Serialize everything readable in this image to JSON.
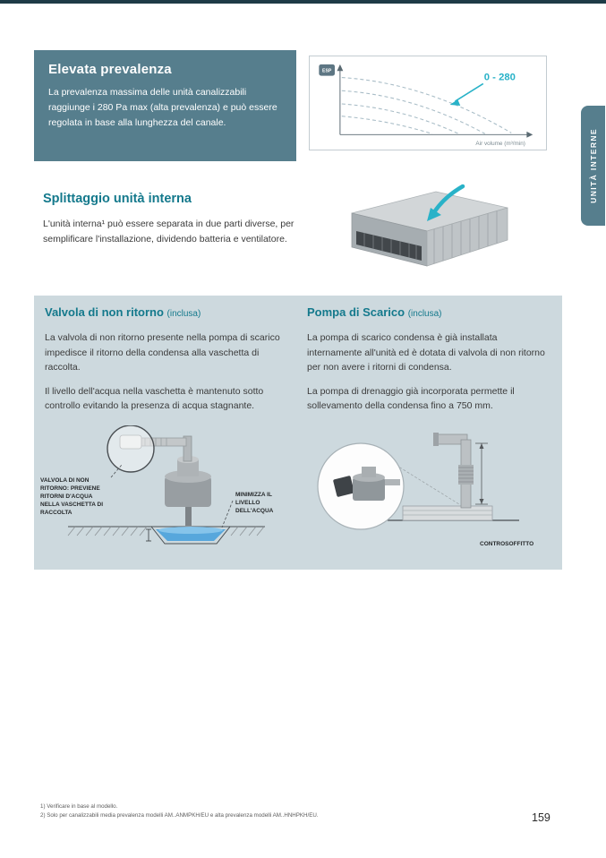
{
  "colors": {
    "slate": "#567e8d",
    "teal_heading": "#14798c",
    "cyan_accent": "#29b2c8",
    "panel_bg": "#cdd9de",
    "top_rule": "#1e3b47"
  },
  "side_tab": {
    "label": "UNITÀ INTERNE"
  },
  "hero": {
    "title": "Elevata prevalenza",
    "body": "La prevalenza massima delle unità canalizzabili raggiunge i 280 Pa max (alta prevalenza) e può essere regolata in base alla lunghezza del canale."
  },
  "chart": {
    "range_label": "0 - 280",
    "y_axis_label": "ESP",
    "x_axis_label": "Air volume (m³/min)"
  },
  "split": {
    "title": "Splittaggio unità interna",
    "body": "L'unità interna¹ può essere separata in due parti diverse, per semplificare l'installazione, dividendo batteria e ventilatore."
  },
  "valve": {
    "title": "Valvola di non ritorno",
    "suffix": "(inclusa)",
    "p1": "La valvola di non ritorno presente nella pompa di scarico impedisce il ritorno della condensa alla vaschetta di raccolta.",
    "p2": "Il livello dell'acqua nella vaschetta è mantenuto sotto controllo evitando la presenza di acqua stagnante.",
    "label_valve": "VALVOLA DI NON RITORNO: PREVIENE RITORNI D'ACQUA NELLA VASCHETTA DI RACCOLTA",
    "label_minimize": "MINIMIZZA IL LIVELLO DELL'ACQUA"
  },
  "pump": {
    "title": "Pompa di Scarico",
    "suffix": "(inclusa)",
    "p1": "La pompa di scarico condensa è già installata internamente all'unità ed è dotata di valvola di non ritorno per non avere i ritorni di condensa.",
    "p2": "La pompa di drenaggio già incorporata permette il sollevamento della condensa fino a 750 mm.",
    "label_ceiling": "CONTROSOFFITTO"
  },
  "footer": {
    "footnote1": "1) Verificare in base al modello.",
    "footnote2": "2) Solo per canalizzabili media prevalenza modelli AM..ANMPKH/EU e alta prevalenza modelli AM..HNHPKH/EU.",
    "page_number": "159"
  }
}
